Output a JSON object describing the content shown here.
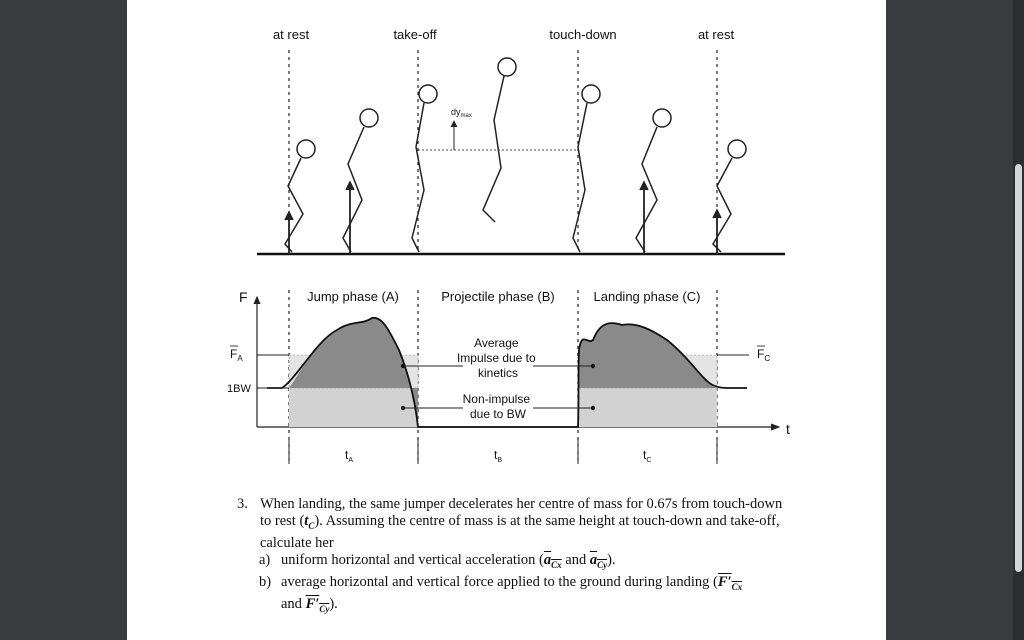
{
  "figure": {
    "phase_top_labels": [
      "at rest",
      "take-off",
      "touch-down",
      "at rest"
    ],
    "dy_label": "dy",
    "dy_sub": "max",
    "axis_f": "F",
    "axis_t": "t",
    "phase_labels": [
      "Jump phase (A)",
      "Projectile phase (B)",
      "Landing phase (C)"
    ],
    "fa_label": "F",
    "fa_sub": "A",
    "fc_label": "F",
    "fc_sub": "C",
    "bw_label": "1BW",
    "impulse_label": [
      "Average",
      "Impulse due to",
      "kinetics"
    ],
    "nonimpulse_label": [
      "Non-impulse",
      "due to BW"
    ],
    "time_labels": [
      {
        "main": "t",
        "sub": "A"
      },
      {
        "main": "t",
        "sub": "B"
      },
      {
        "main": "t",
        "sub": "C"
      }
    ]
  },
  "question": {
    "number": "3.",
    "text": "When landing, the same jumper decelerates her centre of mass for 0.67s from touch-down to rest (",
    "tc": "t",
    "tc_sub": "C",
    "text_end": "). Assuming the centre of mass is at the same height at touch-down and take-off, calculate her",
    "a_label": "a)",
    "a_text": "uniform horizontal and vertical acceleration (",
    "a_sym1": "a",
    "a_sub1": "Cx",
    "a_mid": " and ",
    "a_sym2": "a",
    "a_sub2": "Cy",
    "a_end": ").",
    "b_label": "b)",
    "b_text": "average horizontal and vertical force applied to the ground during landing (",
    "b_sym1": "F′",
    "b_sub1": "Cx",
    "b_mid": "and ",
    "b_sym2": "F′",
    "b_sub2": "Cy",
    "b_end": ")."
  }
}
